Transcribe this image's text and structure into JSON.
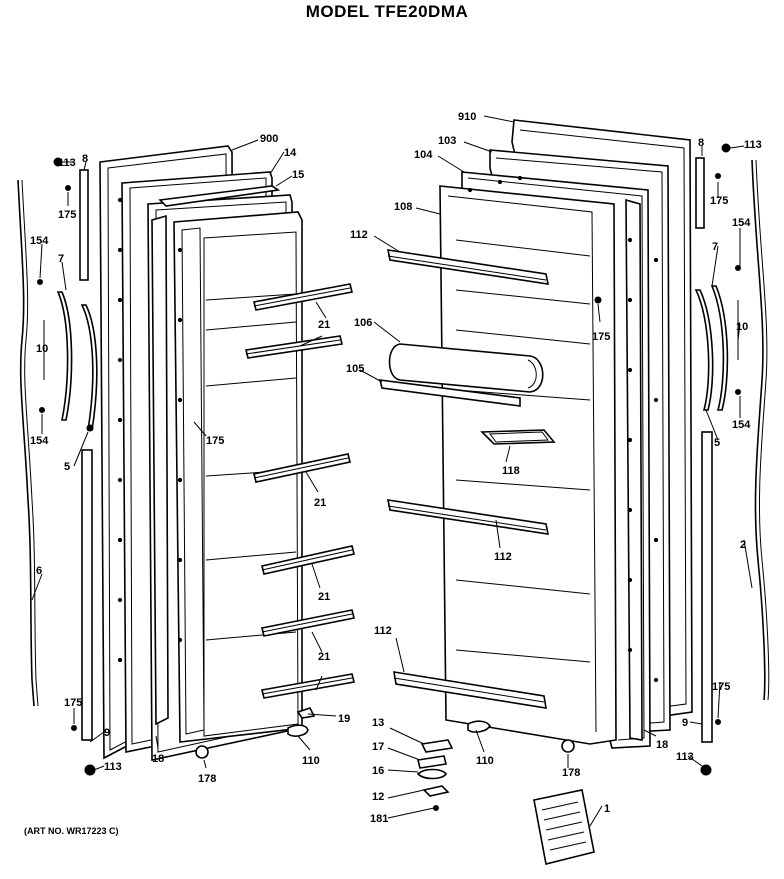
{
  "header": {
    "model_title": "MODEL TFE20DMA"
  },
  "footer": {
    "art_number": "(ART NO. WR17223 C)"
  },
  "labels": {
    "l900": "900",
    "l14": "14",
    "l15": "15",
    "l113a": "113",
    "l8a": "8",
    "l175a": "175",
    "l154a": "154",
    "l7a": "7",
    "l10a": "10",
    "l154b": "154",
    "l5a": "5",
    "l6": "6",
    "l175b": "175",
    "l9a": "9",
    "l113b": "113",
    "l18a": "18",
    "l178a": "178",
    "l110a": "110",
    "l19": "19",
    "l21a": "21",
    "l175c": "175",
    "l21b": "21",
    "l21c": "21",
    "l21d": "21",
    "l910": "910",
    "l103": "103",
    "l104": "104",
    "l108": "108",
    "l112a": "112",
    "l106": "106",
    "l105": "105",
    "l175d": "175",
    "l118": "118",
    "l112b": "112",
    "l112c": "112",
    "l110b": "110",
    "l178b": "178",
    "l18b": "18",
    "l13": "13",
    "l17": "17",
    "l16": "16",
    "l12": "12",
    "l181": "181",
    "l1": "1",
    "l8b": "8",
    "l113c": "113",
    "l175e": "175",
    "l154c": "154",
    "l7b": "7",
    "l10b": "10",
    "l154d": "154",
    "l5b": "5",
    "l2": "2",
    "l175f": "175",
    "l9b": "9",
    "l113d": "113"
  }
}
